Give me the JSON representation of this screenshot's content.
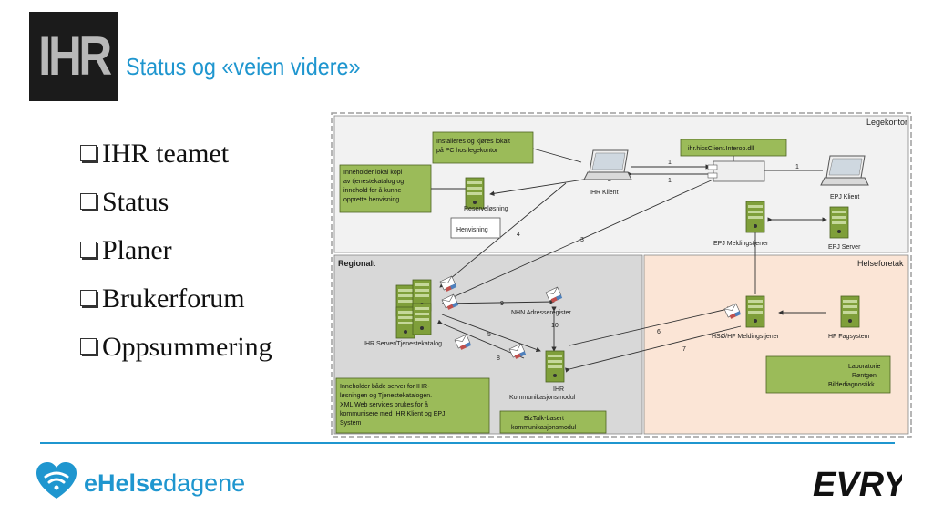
{
  "header": {
    "logo_text": "IHR",
    "title": "Status og «veien videre»"
  },
  "bullets": [
    {
      "label": "IHR teamet"
    },
    {
      "label": "Status"
    },
    {
      "label": "Planer"
    },
    {
      "label": "Brukerforum"
    },
    {
      "label": "Oppsummering"
    }
  ],
  "diagram": {
    "zones": {
      "legekontor": "Legekontor",
      "regionalt": "Regionalt",
      "helseforetak": "Helseforetak"
    },
    "notes": {
      "install": [
        "Installeres og kjøres lokalt",
        "på PC hos legekontor"
      ],
      "local_copy": [
        "Inneholder lokal kopi",
        "av tjenestekatalog og",
        "innehold for å kunne",
        "opprette henvisning"
      ],
      "dll": "ihr.hicsClient.Interop.dll",
      "server_info": [
        "Inneholder både server for IHR-",
        "løsningen og Tjenestekatalogen.",
        "XML Web services brukes for å",
        "kommunisere med IHR Klient og EPJ",
        "System"
      ],
      "biztalk": [
        "BizTalk-basert",
        "kommunikasjonsmodul"
      ],
      "lab": [
        "Laboratorie",
        "Røntgen",
        "Bildediagnostikk"
      ]
    },
    "labels": {
      "reserve": "Reserveløsning",
      "henvisning": "Henvisning",
      "ihr_klient": "IHR Klient",
      "epj_klient": "EPJ Klient",
      "epj_meld": "EPJ Meldingstjener",
      "epj_server": "EPJ Server",
      "ihr_server": "IHR Server/Tjenestekatalog",
      "nhn": "NHN Adresseregister",
      "ihr_komm": [
        "IHR",
        "Kommunikasjonsmodul"
      ],
      "hso": "HSØ/HF Meldingstjener",
      "hf_fag": "HF Fagsystem"
    },
    "numbers": [
      "1",
      "1",
      "1",
      "2",
      "3",
      "4",
      "5",
      "6",
      "7",
      "8",
      "9",
      "10"
    ]
  },
  "footer": {
    "brand_left_bold": "eHelse",
    "brand_left_rest": "dagene",
    "brand_right": "EVRY"
  },
  "colors": {
    "accent": "#1f96cf",
    "note_green": "#9bbb59",
    "zone_gray": "#d8d8d8",
    "zone_peach": "#fbe5d6",
    "zone_light": "#f2f2f2"
  }
}
